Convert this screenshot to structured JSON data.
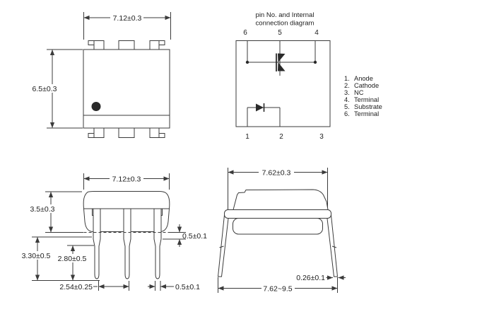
{
  "diagram": {
    "title_line1": "pin No. and Internal",
    "title_line2": "connection diagram",
    "top_pins": [
      "6",
      "5",
      "4"
    ],
    "bottom_pins": [
      "1",
      "2",
      "3"
    ],
    "legend": [
      {
        "n": "1.",
        "label": "Anode"
      },
      {
        "n": "2.",
        "label": "Cathode"
      },
      {
        "n": "3.",
        "label": "NC"
      },
      {
        "n": "4.",
        "label": "Terminal"
      },
      {
        "n": "5.",
        "label": "Substrate"
      },
      {
        "n": "6.",
        "label": "Terminal"
      }
    ]
  },
  "views": {
    "top": {
      "width": "7.12±0.3",
      "height": "6.5±0.3"
    },
    "front": {
      "width": "7.12±0.3",
      "body_height": "3.5±0.3",
      "lead_length": "3.30±0.5",
      "lead_inner": "2.80±0.5",
      "pitch": "2.54±0.25",
      "lead_width": "0.5±0.1",
      "standoff": "0.5±0.1"
    },
    "side": {
      "width": "7.62±0.3",
      "lead_span": "7.62~9.5",
      "lead_thickness": "0.26±0.1"
    }
  },
  "colors": {
    "line": "#3b3b3b",
    "text": "#1c1c1c",
    "background": "#ffffff"
  }
}
